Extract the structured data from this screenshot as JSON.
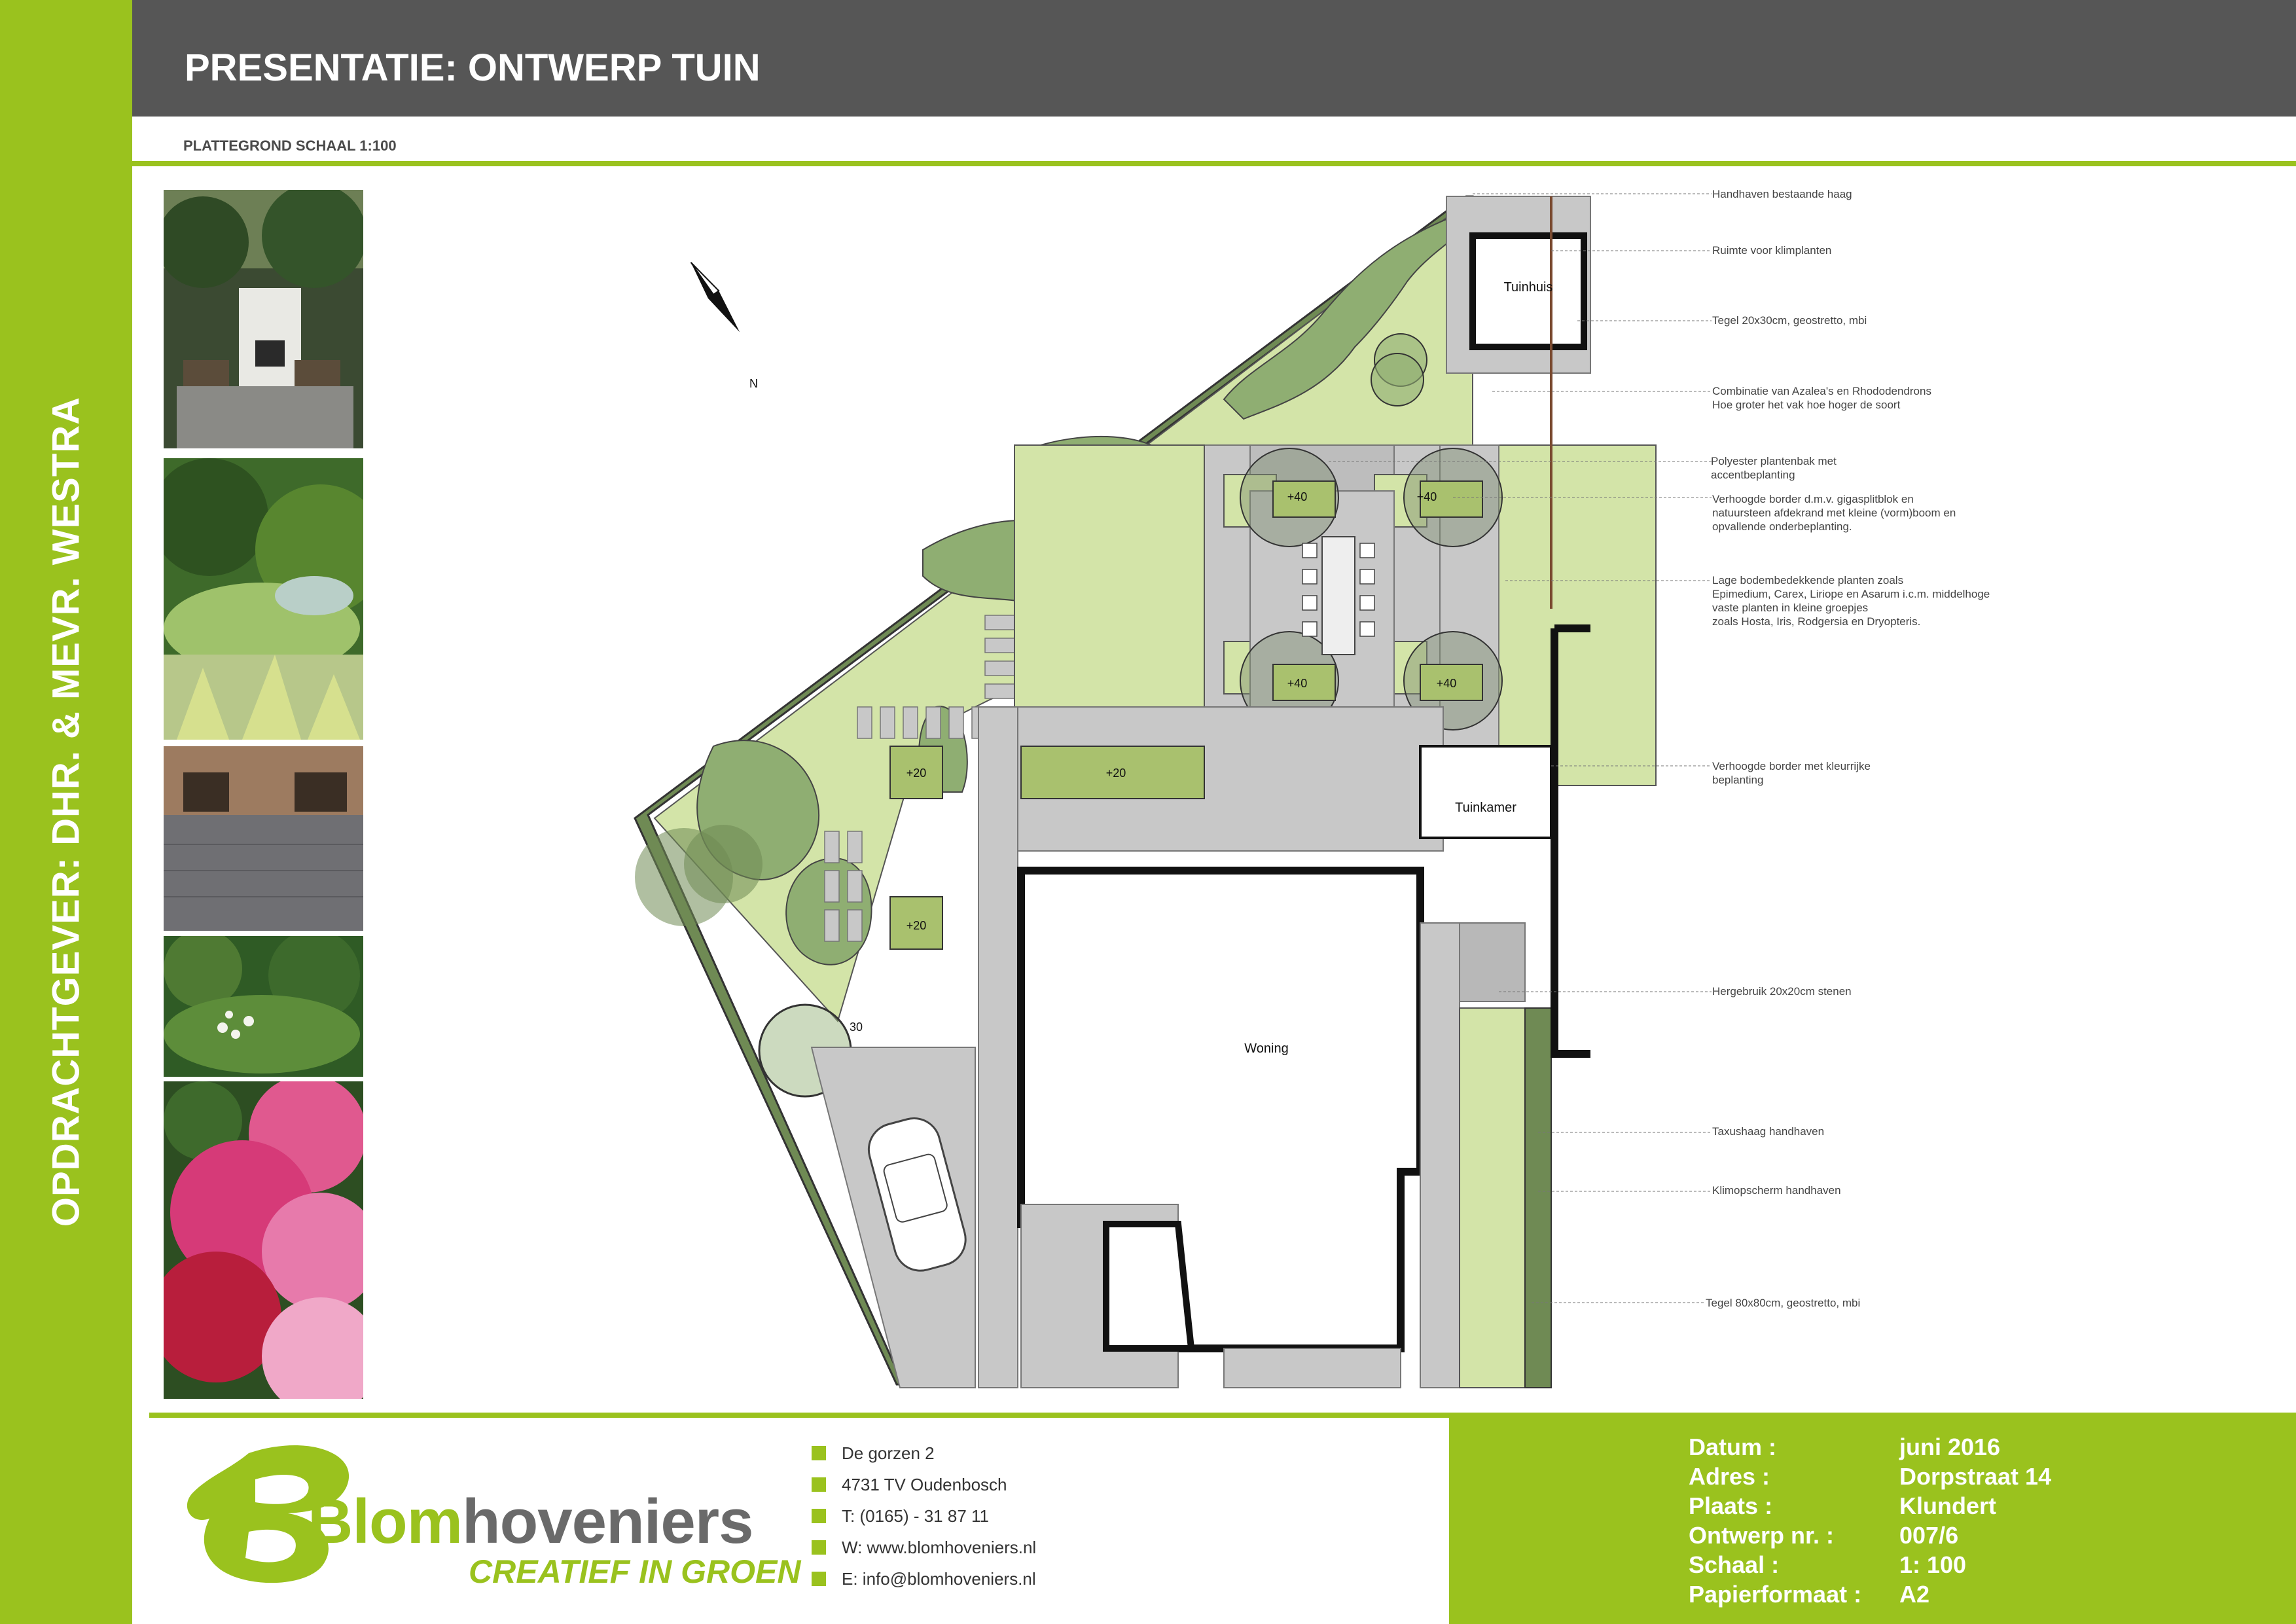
{
  "header": {
    "title": "PRESENTATIE: ONTWERP TUIN",
    "subtitle": "PLATTEGROND SCHAAL 1:100"
  },
  "sidebar": {
    "client": "OPDRACHTGEVER: DHR. & MEVR. WESTRA"
  },
  "plan": {
    "labels": {
      "tuinhuis": "Tuinhuis",
      "tuinkamer": "Tuinkamer",
      "woning": "Woning",
      "north": "N",
      "planters": [
        "+40",
        "+40",
        "+40",
        "+40",
        "+20",
        "+20",
        "+20",
        "30"
      ]
    },
    "notes": [
      "Handhaven bestaande haag",
      "Ruimte voor klimplanten",
      "Tegel 20x30cm, geostretto, mbi",
      "Combinatie van Azalea's en Rhododendrons",
      "Hoe groter het vak hoe hoger de soort",
      "Polyester plantenbak met",
      "accentbeplanting",
      "Verhoogde border d.m.v. gigasplitblok en",
      "natuursteen afdekrand met kleine (vorm)boom en",
      "opvallende onderbeplanting.",
      "Lage bodembedekkende planten zoals",
      "Epimedium, Carex, Liriope en Asarum i.c.m. middelhoge",
      "vaste planten in kleine groepjes",
      "zoals Hosta, Iris, Rodgersia en Dryopteris.",
      "Verhoogde border met kleurrijke",
      "beplanting",
      "Hergebruik 20x20cm stenen",
      "Taxushaag handhaven",
      "Klimopscherm handhaven",
      "Tegel 80x80cm, geostretto, mbi"
    ]
  },
  "company": {
    "name_part1": "Blom",
    "name_part2": "hoveniers",
    "tagline": "CREATIEF IN GROEN",
    "address": [
      "De gorzen 2",
      "4731 TV Oudenbosch",
      "T: (0165) - 31 87 11",
      "W: www.blomhoveniers.nl",
      "E: info@blomhoveniers.nl"
    ]
  },
  "project": {
    "rows": [
      {
        "key": "Datum :",
        "value": "juni 2016"
      },
      {
        "key": "Adres :",
        "value": "Dorpstraat 14"
      },
      {
        "key": "Plaats :",
        "value": "Klundert"
      },
      {
        "key": "Ontwerp nr. :",
        "value": "007/6"
      },
      {
        "key": "Schaal :",
        "value": "1: 100"
      },
      {
        "key": "Papierformaat :",
        "value": "A2"
      }
    ]
  },
  "colors": {
    "accent": "#9ac21e",
    "header": "#565656",
    "lawn": "#d3e4a8",
    "border_planting": "#8fae72",
    "paving": "#c8c8c8"
  }
}
